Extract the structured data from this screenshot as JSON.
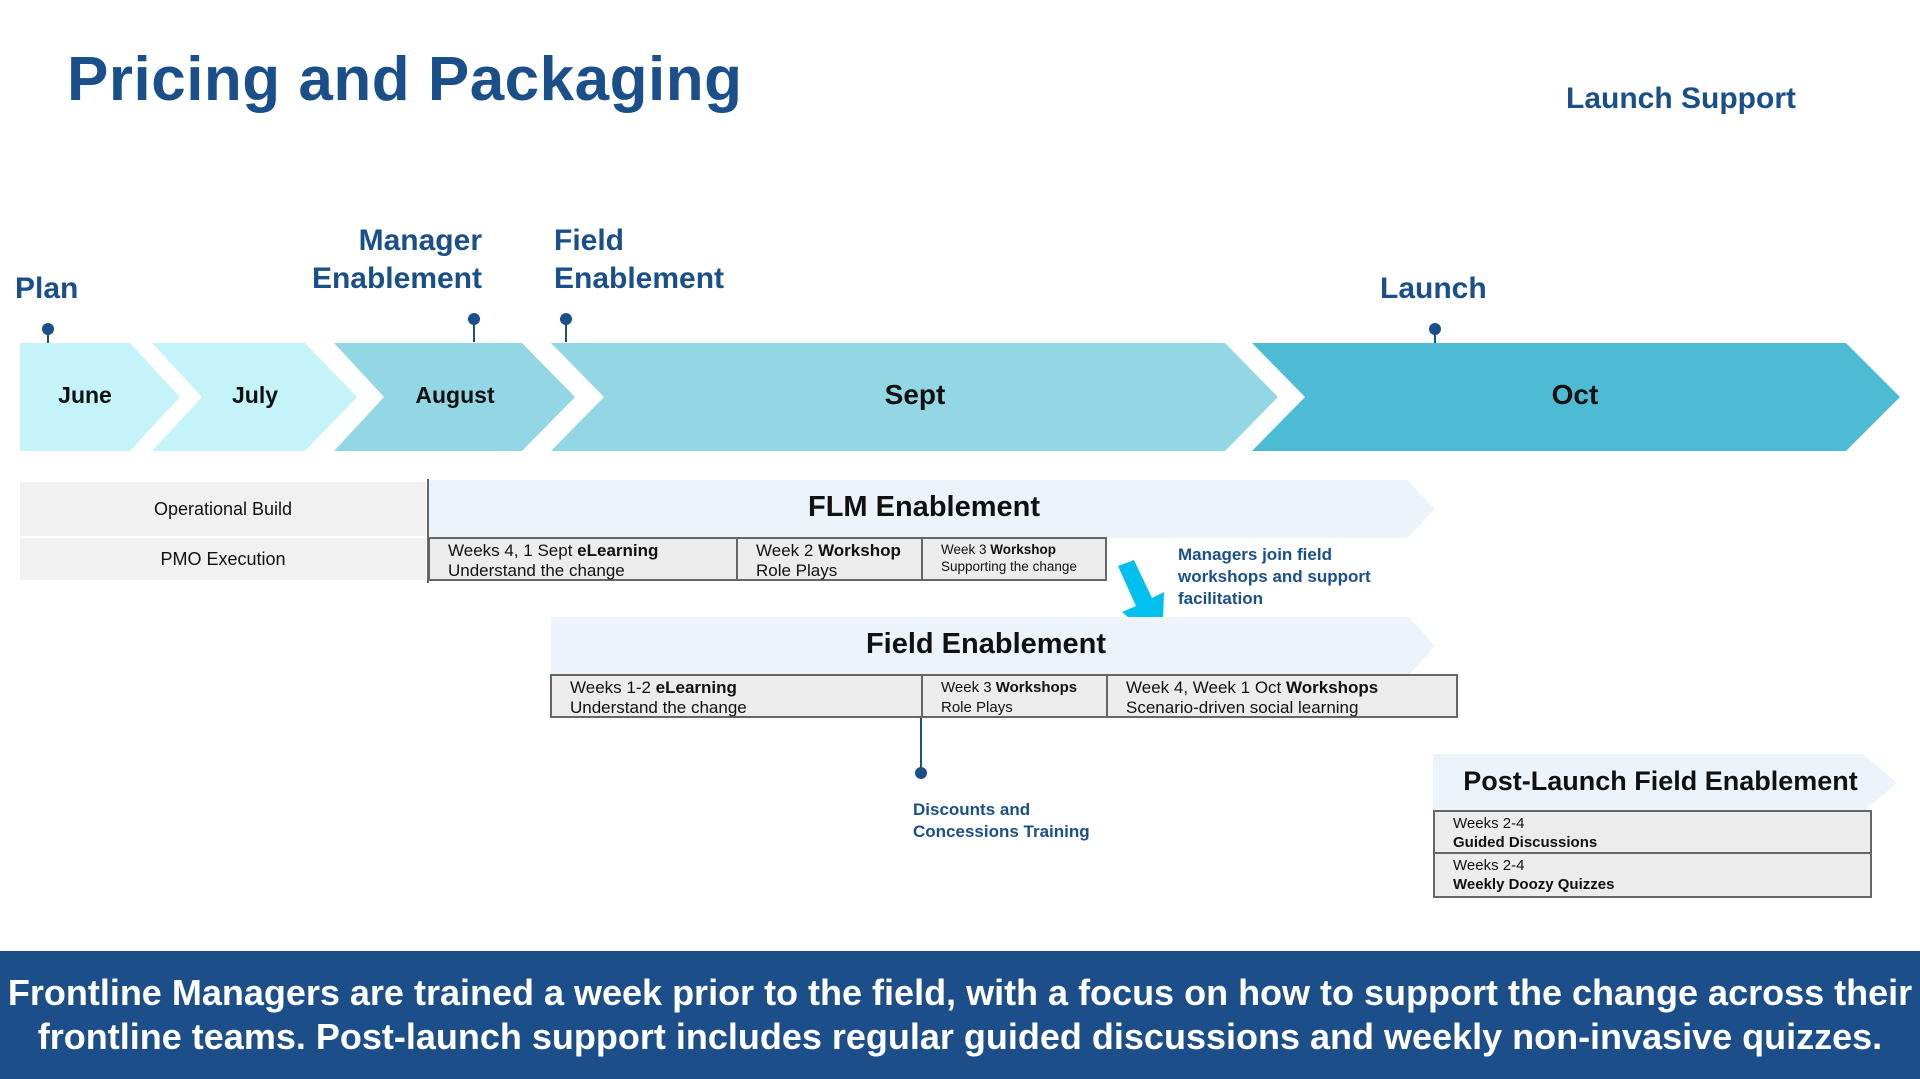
{
  "title": "Pricing and Packaging",
  "subtitle": "Launch Support",
  "milestones": {
    "plan": "Plan",
    "manager_enablement": [
      "Manager",
      "Enablement"
    ],
    "field_enablement": [
      "Field",
      "Enablement"
    ],
    "launch": "Launch"
  },
  "months": [
    "June",
    "July",
    "August",
    "Sept",
    "Oct"
  ],
  "month_colors": [
    "#c5f3fa",
    "#c5f3fa",
    "#93d6e4",
    "#93d6e4",
    "#4dbbd3"
  ],
  "operational": {
    "build": "Operational Build",
    "pmo": "PMO Execution"
  },
  "flm": {
    "title": "FLM Enablement",
    "cells": [
      {
        "line1_plain": "Weeks 4, 1 Sept ",
        "line1_bold": "eLearning",
        "line2": "Understand the change"
      },
      {
        "line1_plain": "Week 2 ",
        "line1_bold": "Workshop",
        "line2": "Role Plays"
      },
      {
        "line1_plain": "Week 3 ",
        "line1_bold": "Workshop",
        "line2": "Supporting the change"
      }
    ]
  },
  "managers_note": [
    "Managers join field",
    "workshops and support",
    "facilitation"
  ],
  "field": {
    "title": "Field Enablement",
    "cells": [
      {
        "line1_plain": "Weeks 1-2  ",
        "line1_bold": "eLearning",
        "line2": "Understand the change"
      },
      {
        "line1_plain": "Week 3 ",
        "line1_bold": "Workshops",
        "line2": "Role Plays"
      },
      {
        "line1_plain": "Week 4, Week 1 Oct ",
        "line1_bold": "Workshops",
        "line2": "Scenario-driven social learning"
      }
    ]
  },
  "discounts_note": [
    "Discounts and",
    "Concessions Training"
  ],
  "post_launch": {
    "title": "Post-Launch Field Enablement",
    "rows": [
      {
        "line1": "Weeks 2-4",
        "line2": "Guided Discussions"
      },
      {
        "line1": "Weeks 2-4",
        "line2": "Weekly Doozy Quizzes"
      }
    ]
  },
  "footer": [
    "Frontline Managers are trained a week prior to the field, with a focus on how to support the change across their",
    "frontline teams. Post-launch support includes regular guided discussions and weekly non-invasive quizzes."
  ],
  "colors": {
    "brand_blue": "#1b4f8a",
    "arrow_cyan": "#00c0f0",
    "banner_bg": "#edf3fa"
  }
}
